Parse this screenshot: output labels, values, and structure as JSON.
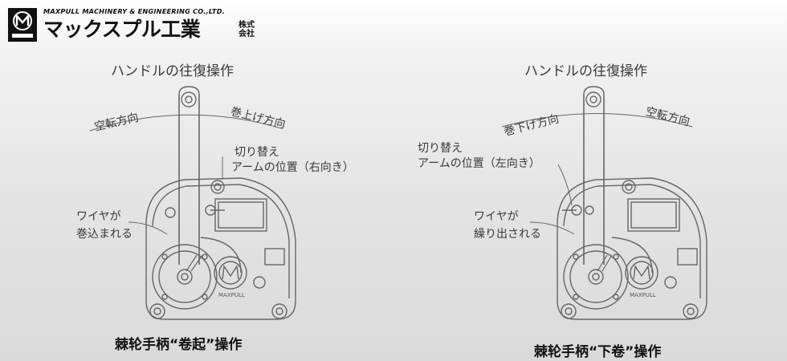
{
  "logo": {
    "icon": "maxpull-logo-mark",
    "english": "MAXPULL MACHINERY & ENGINEERING CO.,LTD.",
    "japanese": "マックスプル工業",
    "kabushiki": "株式会社"
  },
  "left_figure": {
    "title": "ハンドルの往復操作",
    "dir_left": "空転方向",
    "dir_right": "巻上げ方向",
    "switch_line1": "切り替え",
    "switch_line2": "アームの位置（右向き）",
    "wire_line1": "ワイヤが",
    "wire_line2": "巻込まれる",
    "brand": "MAXPULL",
    "caption": "棘轮手柄“卷起”操作"
  },
  "right_figure": {
    "title": "ハンドルの往復操作",
    "dir_left": "巻下げ方向",
    "dir_right": "空転方向",
    "switch_line1": "切り替え",
    "switch_line2": "アームの位置（左向き）",
    "wire_line1": "ワイヤが",
    "wire_line2": "繰り出される",
    "brand": "MAXPULL",
    "caption": "棘轮手柄“下卷”操作"
  }
}
